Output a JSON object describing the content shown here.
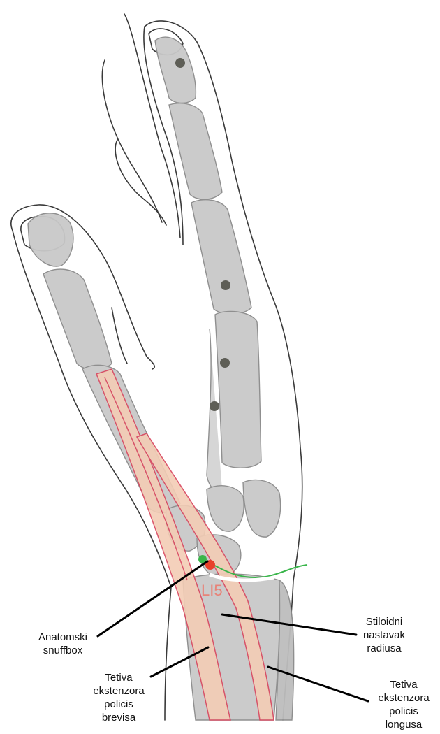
{
  "colors": {
    "outline": "#3a3a3a",
    "bone_fill": "#c9c9c9",
    "bone_stroke": "#8a8a8a",
    "tendon_fill": "#f3cdb5",
    "tendon_stroke": "#d9455e",
    "point_dark": "#5e5e56",
    "point_red": "#e8412a",
    "point_green": "#39b54a",
    "leader": "#000000"
  },
  "point_tag": "LI5",
  "labels": {
    "snuffbox": [
      "Anatomski",
      "snuffbox"
    ],
    "styloid": [
      "Stiloidni",
      "nastavak",
      "radiusa"
    ],
    "epb": [
      "Tetiva",
      "ekstenzora",
      "policis",
      "brevisa"
    ],
    "epl": [
      "Tetiva",
      "ekstenzora",
      "policis",
      "longusa"
    ]
  }
}
